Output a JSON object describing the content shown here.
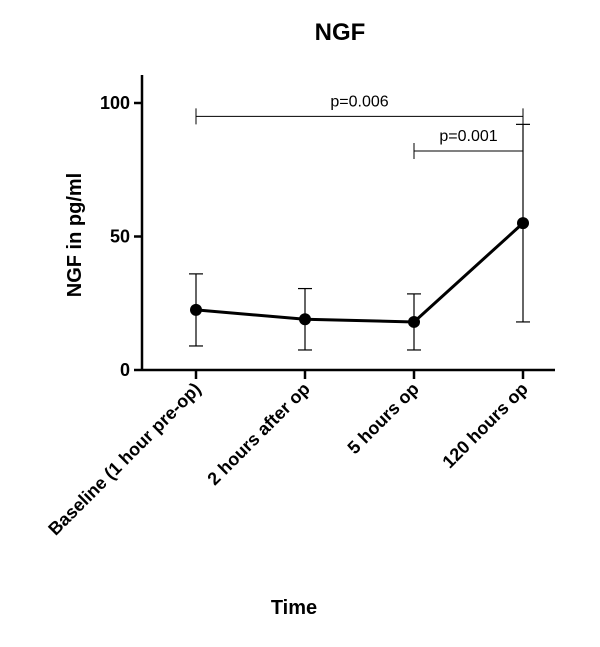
{
  "chart_data": {
    "type": "line",
    "title": "NGF",
    "xlabel": "Time",
    "ylabel": "NGF in pg/ml",
    "categories": [
      "Baseline (1 hour pre-op)",
      "2 hours after op",
      "5 hours op",
      "120 hours op"
    ],
    "values": [
      22.5,
      19,
      18,
      55
    ],
    "error_low": [
      9,
      7.5,
      7.5,
      18
    ],
    "error_high": [
      36,
      30.5,
      28.5,
      92
    ],
    "ylim": [
      0,
      110
    ],
    "yticks": [
      0,
      50,
      100
    ],
    "grid": false,
    "annotations": [
      {
        "text": "p=0.006",
        "from_category": 0,
        "to_category": 3,
        "y": 95
      },
      {
        "text": "p=0.001",
        "from_category": 2,
        "to_category": 3,
        "y": 82
      }
    ],
    "colors": {
      "line": "#000000",
      "marker": "#000000"
    }
  }
}
